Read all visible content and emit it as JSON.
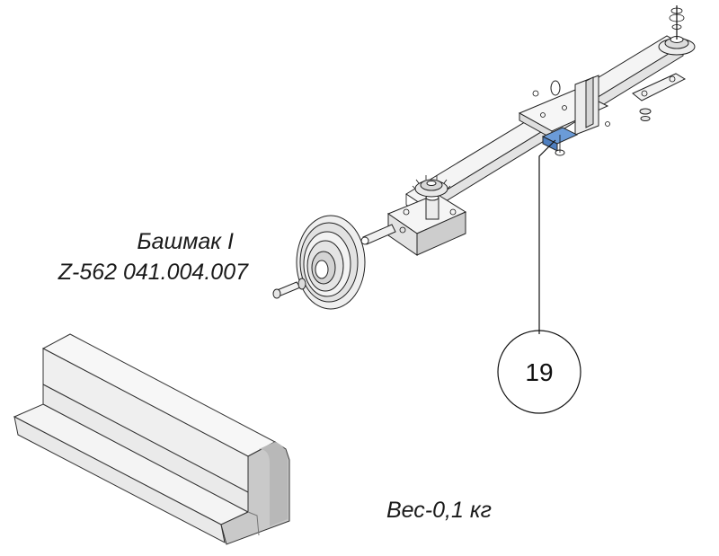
{
  "part": {
    "name": "Башмак I",
    "code": "Z-562 041.004.007"
  },
  "weight_label": "Вес-0,1 кг",
  "callout": {
    "number": "19"
  },
  "colors": {
    "highlight": "#6b9bd8",
    "face_light": "#f4f4f4",
    "face_mid": "#e6e6e6",
    "face_dark": "#c9c9c9",
    "line": "#111111"
  }
}
